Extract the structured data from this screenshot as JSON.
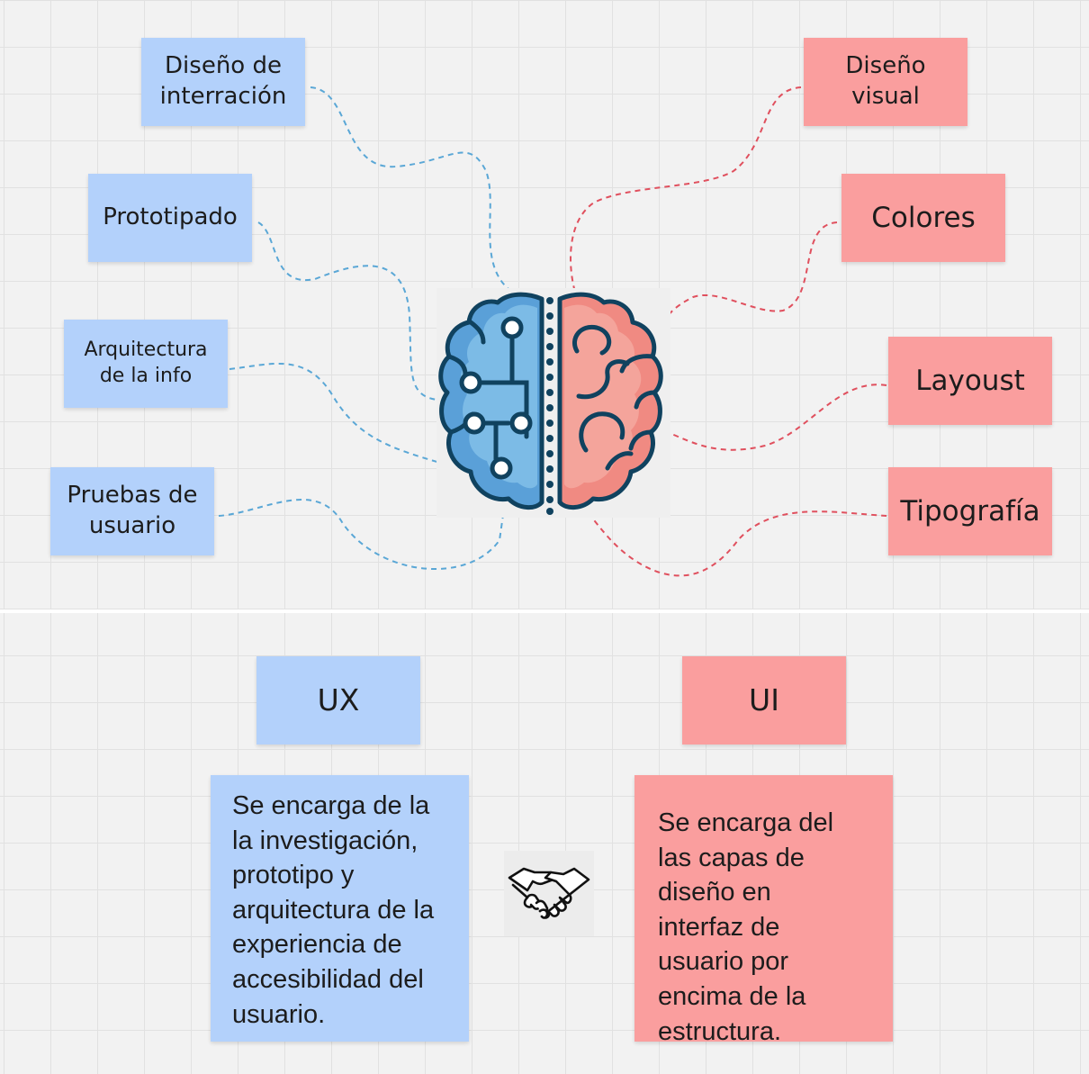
{
  "ux_topics": [
    {
      "label": "Diseño de\ninterración"
    },
    {
      "label": "Prototipado"
    },
    {
      "label": "Arquitectura\nde la info"
    },
    {
      "label": "Pruebas de\nusuario"
    }
  ],
  "ui_topics": [
    {
      "label": "Diseño\nvisual"
    },
    {
      "label": "Colores"
    },
    {
      "label": "Layoust"
    },
    {
      "label": "Tipografía"
    }
  ],
  "ux": {
    "title": "UX",
    "description": "Se encarga de la la investigación, prototipo y arquitectura de la experiencia de accesibilidad del usuario."
  },
  "ui": {
    "title": "UI",
    "description": "Se encarga del las capas de diseño en interfaz de usuario por encima de la estructura."
  },
  "icons": {
    "center": "brain-icon",
    "middle": "handshake-icon"
  },
  "colors": {
    "ux_note": "#b3d1fb",
    "ui_note": "#fa9e9e",
    "ux_connector": "#5aa7d6",
    "ui_connector": "#e0505e",
    "brain_left": "#5aa0d8",
    "brain_right": "#f08a82",
    "brain_outline": "#10425f"
  }
}
